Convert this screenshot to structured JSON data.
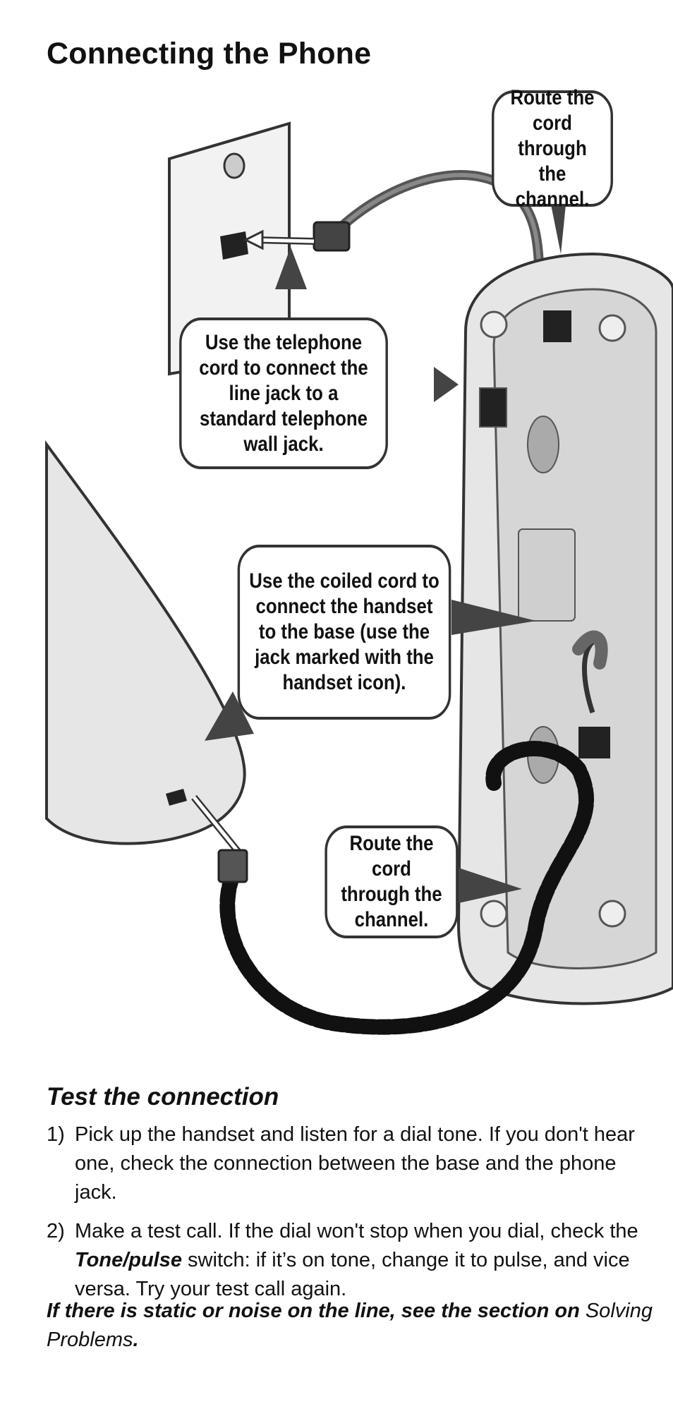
{
  "page": {
    "title": "Connecting the Phone"
  },
  "callouts": {
    "top_right": "Route the cord through the channel.",
    "wall_jack": "Use the telephone cord to connect the line jack to a standard telephone wall jack.",
    "coiled": "Use the coiled cord to connect the handset to the base (use the jack marked with the handset icon).",
    "bottom_right": "Route the cord through the channel."
  },
  "test": {
    "heading": "Test the connection",
    "step1_num": "1)",
    "step1_text": "Pick up the handset and listen for a dial tone. If you don't hear one, check the connection between the base and the phone jack.",
    "step2_num": "2)",
    "step2_before": "Make a test call. If the dial won't stop when you dial, check the ",
    "step2_switch": "Tone/pulse",
    "step2_after": " switch: if it’s on tone, change it to pulse, and vice versa. Try your test call again.",
    "note_before": "If there is static or noise on the line, see the section on ",
    "note_ref": "Solving Problems",
    "note_after": "."
  },
  "colors": {
    "outline": "#333333",
    "gray_fill": "#e6e6e6",
    "dark_gray": "#555555",
    "cord": "#111111"
  }
}
